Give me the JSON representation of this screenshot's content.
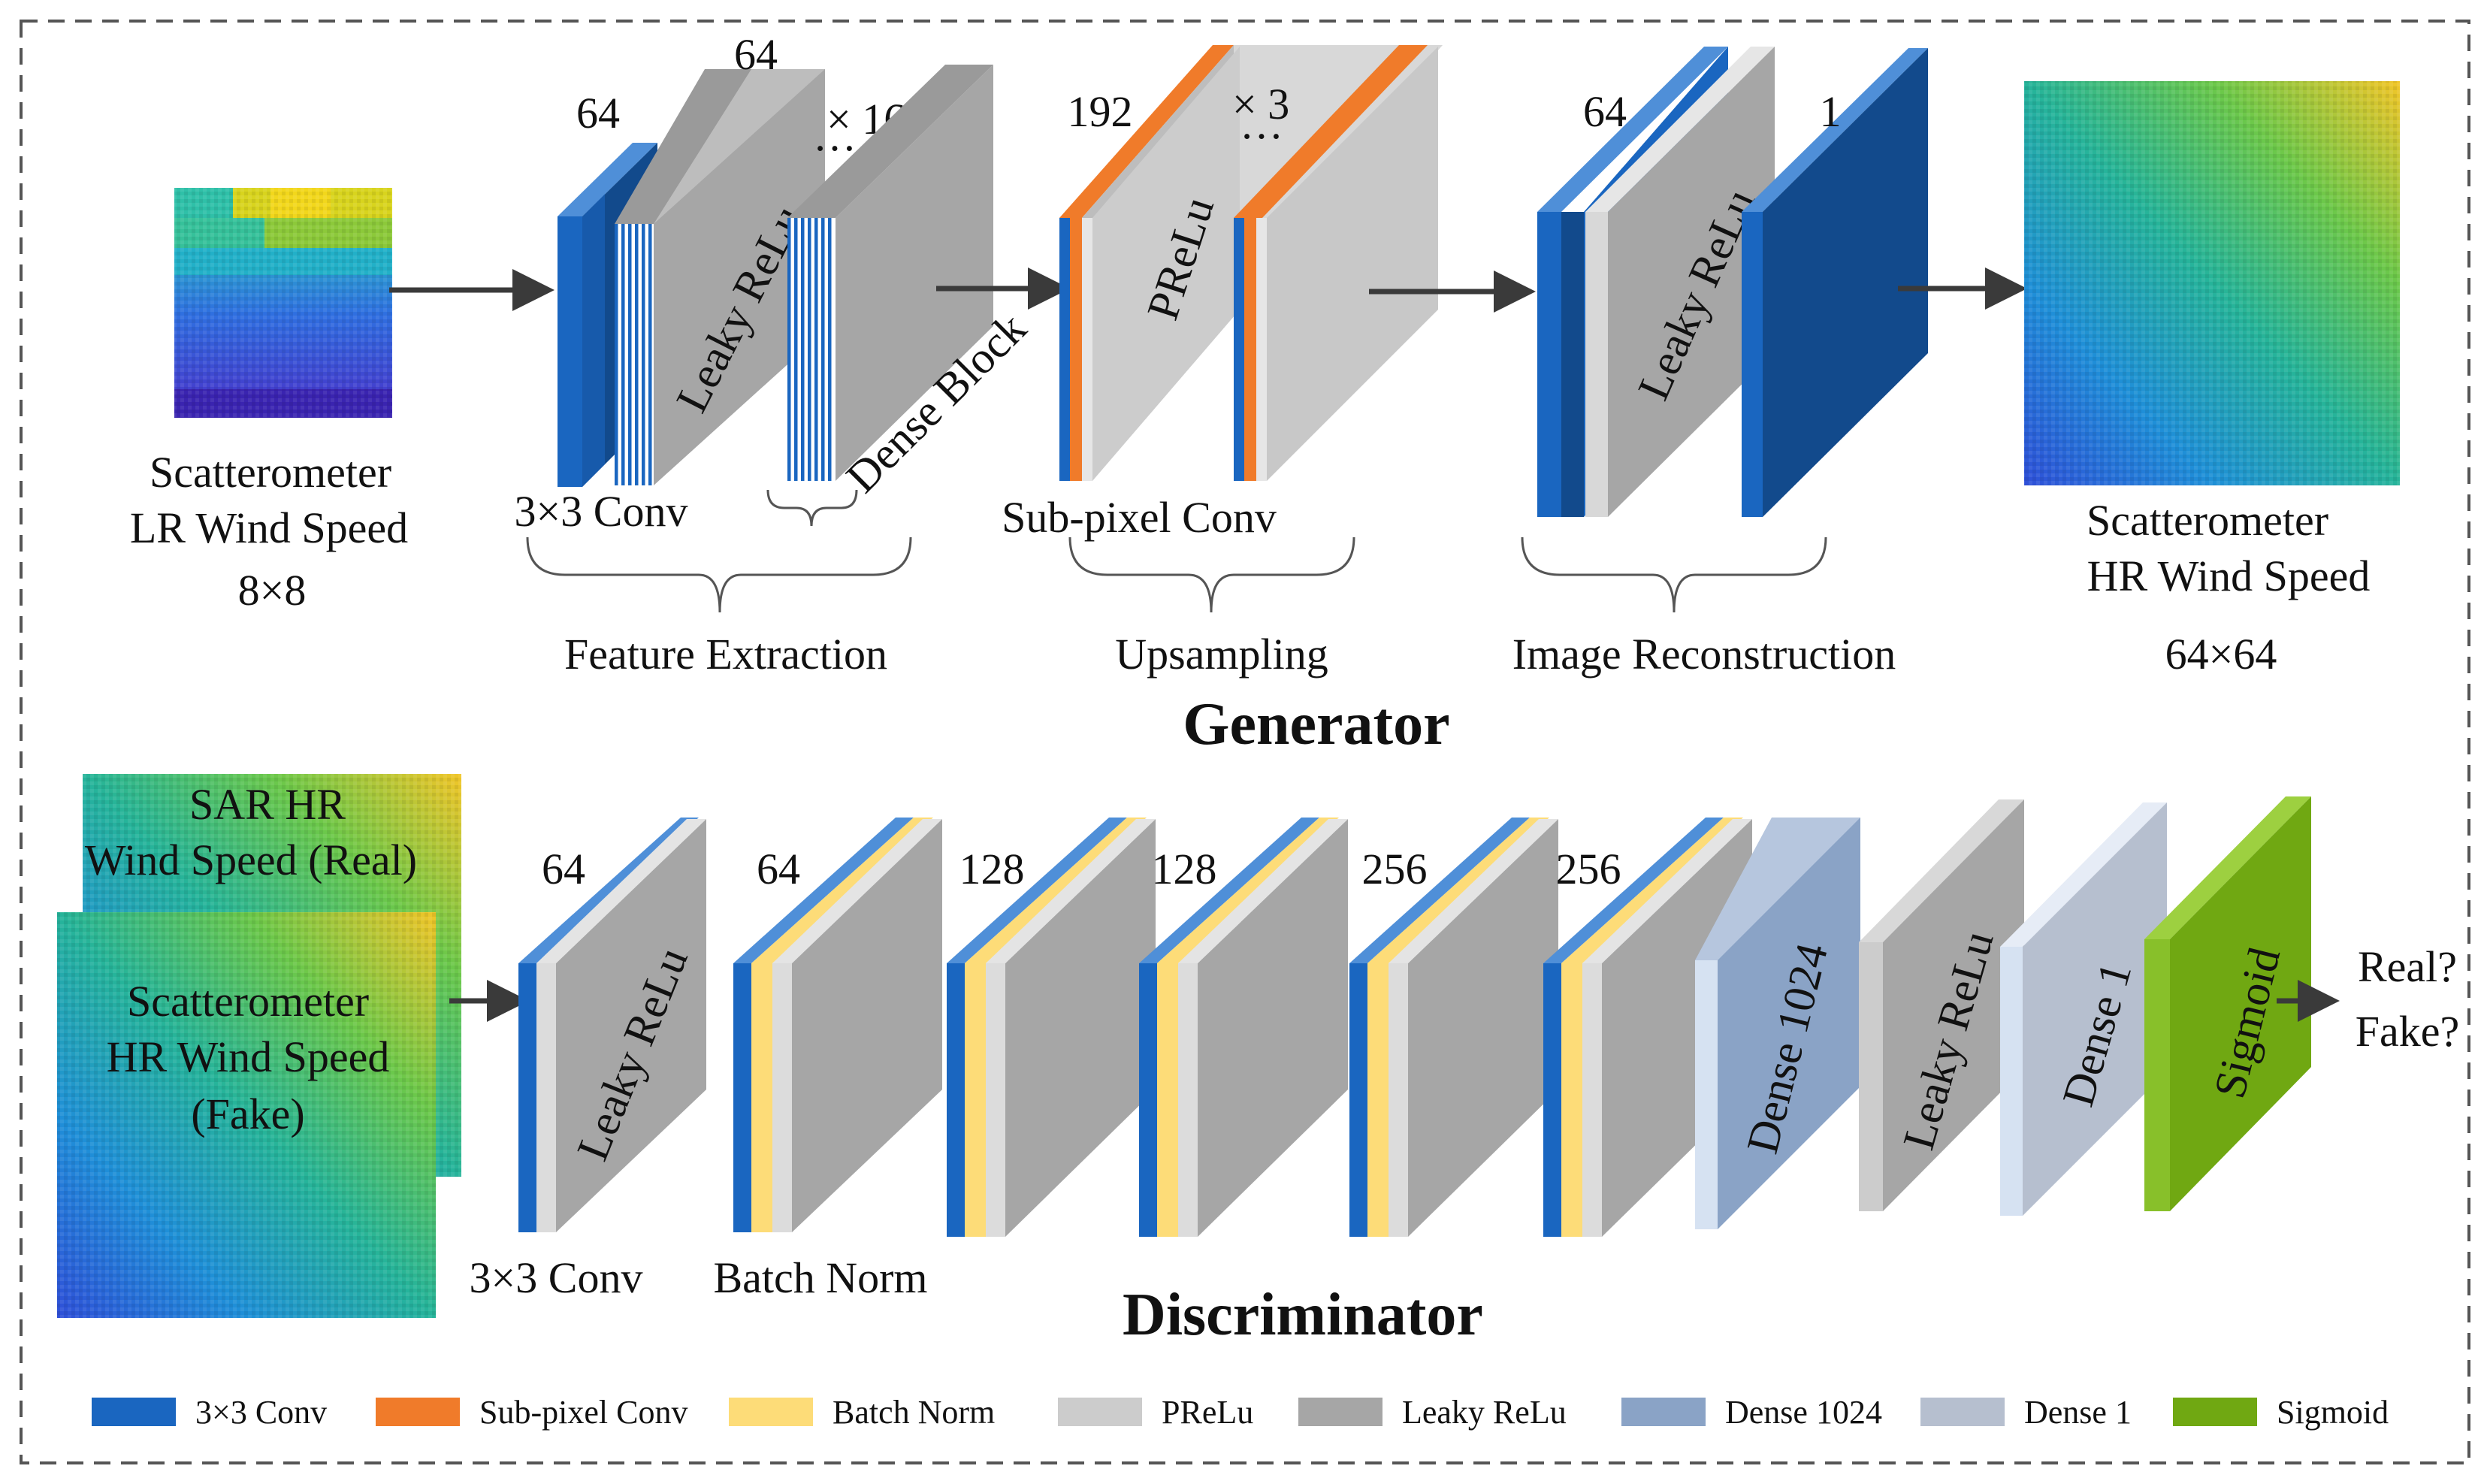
{
  "colors": {
    "conv": "#1a66c0",
    "conv_side": "#124a8c",
    "conv_top": "#4f8fd8",
    "subpixel": "#f07b2a",
    "batch_norm": "#fddc78",
    "prelu": "#cccccc",
    "leaky_relu": "#a6a6a6",
    "dense1024": "#8aa3c6",
    "dense1": "#b6bfcf",
    "sigmoid": "#70a812",
    "arrow": "#3a3a3a",
    "frame": "#555555"
  },
  "generator": {
    "title": "Generator",
    "input": {
      "line1": "Scatterometer",
      "line2": "LR Wind Speed",
      "size": "8×8"
    },
    "output": {
      "line1": "Scatterometer",
      "line2": "HR Wind Speed",
      "size": "64×64"
    },
    "feature_extraction": {
      "label": "Feature Extraction",
      "conv_channels": "64",
      "leaky_channels": "64",
      "leaky_label": "Leaky ReLu",
      "repeat": "× 16",
      "ellipsis": "…",
      "dense_block_label": "Dense Block",
      "conv_label": "3×3 Conv"
    },
    "upsampling": {
      "label": "Upsampling",
      "channels": "192",
      "prelu_label": "PReLu",
      "repeat": "× 3",
      "ellipsis": "…",
      "subpixel_label": "Sub-pixel Conv"
    },
    "reconstruction": {
      "label": "Image Reconstruction",
      "channels_a": "64",
      "channels_b": "1",
      "leaky_label": "Leaky ReLu"
    }
  },
  "discriminator": {
    "title": "Discriminator",
    "input_real": {
      "line1": "SAR HR",
      "line2": "Wind Speed (Real)"
    },
    "input_fake": {
      "line1": "Scatterometer",
      "line2": "HR Wind Speed",
      "line3": "(Fake)"
    },
    "block_channels": [
      "64",
      "64",
      "128",
      "128",
      "256",
      "256"
    ],
    "leaky_label": "Leaky ReLu",
    "conv_label": "3×3 Conv",
    "bn_label": "Batch Norm",
    "dense1024_label": "Dense 1024",
    "leaky2_label": "Leaky ReLu",
    "dense1_label": "Dense 1",
    "sigmoid_label": "Sigmoid",
    "output_line1": "Real?",
    "output_line2": "Fake?"
  },
  "legend": [
    {
      "label": "3×3 Conv",
      "color": "#1a66c0"
    },
    {
      "label": "Sub-pixel Conv",
      "color": "#f07b2a"
    },
    {
      "label": "Batch Norm",
      "color": "#fddc78"
    },
    {
      "label": "PReLu",
      "color": "#cccccc"
    },
    {
      "label": "Leaky ReLu",
      "color": "#a6a6a6"
    },
    {
      "label": "Dense 1024",
      "color": "#8aa3c6"
    },
    {
      "label": "Dense 1",
      "color": "#b6bfcf"
    },
    {
      "label": "Sigmoid",
      "color": "#70a812"
    }
  ]
}
